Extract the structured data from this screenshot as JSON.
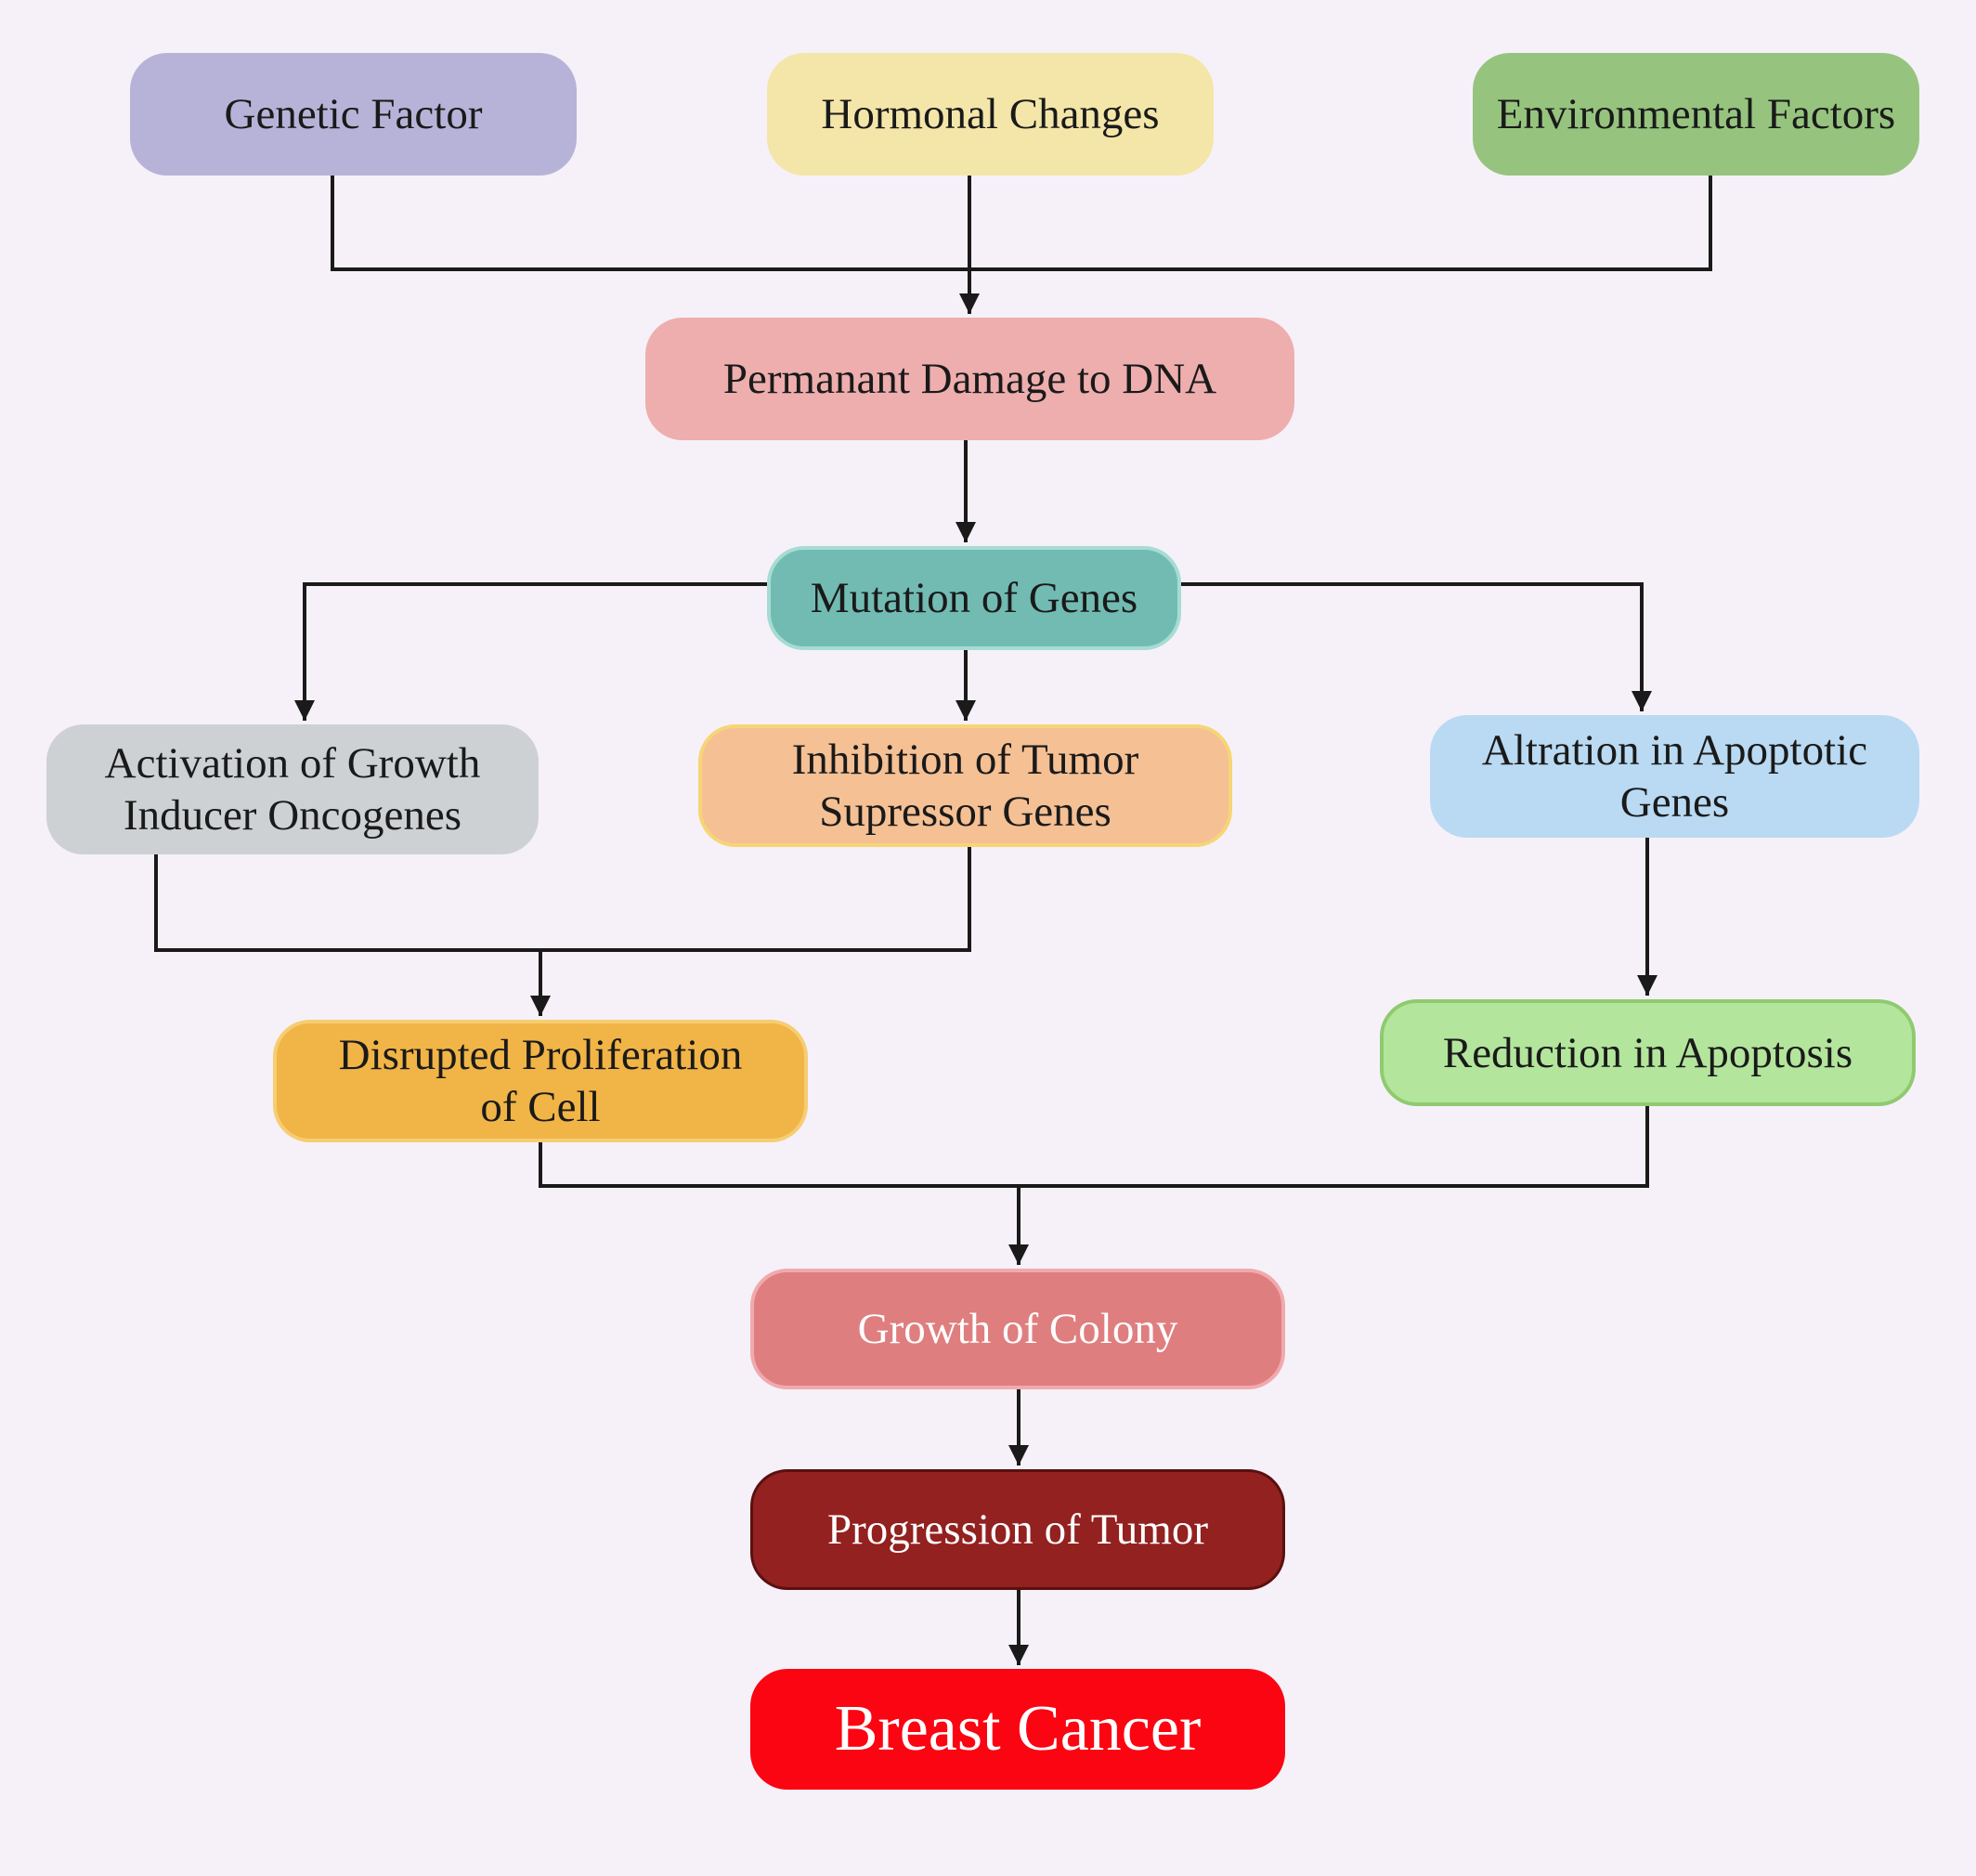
{
  "nodes": {
    "genetic": "Genetic Factor",
    "hormonal": "Hormonal Changes",
    "environmental": "Environmental Factors",
    "dna_damage": "Permanant Damage to DNA",
    "mutation": "Mutation of Genes",
    "activation": "Activation of Growth\nInducer Oncogenes",
    "inhibition": "Inhibition of Tumor\nSupressor Genes",
    "altration": "Altration in Apoptotic\nGenes",
    "disrupted": "Disrupted Proliferation\nof Cell",
    "reduction": "Reduction in Apoptosis",
    "colony": "Growth of Colony",
    "progression": "Progression of Tumor",
    "cancer": "Breast Cancer"
  },
  "edges": [
    [
      "genetic",
      "dna_damage"
    ],
    [
      "hormonal",
      "dna_damage"
    ],
    [
      "environmental",
      "dna_damage"
    ],
    [
      "dna_damage",
      "mutation"
    ],
    [
      "mutation",
      "activation"
    ],
    [
      "mutation",
      "inhibition"
    ],
    [
      "mutation",
      "altration"
    ],
    [
      "activation",
      "disrupted"
    ],
    [
      "inhibition",
      "disrupted"
    ],
    [
      "altration",
      "reduction"
    ],
    [
      "disrupted",
      "colony"
    ],
    [
      "reduction",
      "colony"
    ],
    [
      "colony",
      "progression"
    ],
    [
      "progression",
      "cancer"
    ]
  ],
  "colors": {
    "background": "#f6f1f8",
    "connector": "#1a1a1a",
    "genetic": "#b7b3d8",
    "hormonal": "#f4e6a9",
    "environmental": "#96c47e",
    "dna_damage": "#eeaeae",
    "mutation": "#72bbb2",
    "activation": "#ced1d4",
    "inhibition": "#f5c094",
    "altration": "#b9daf2",
    "disrupted": "#f1b446",
    "reduction": "#b3e59c",
    "colony": "#df7e7f",
    "progression": "#922120",
    "cancer": "#fb0512"
  }
}
